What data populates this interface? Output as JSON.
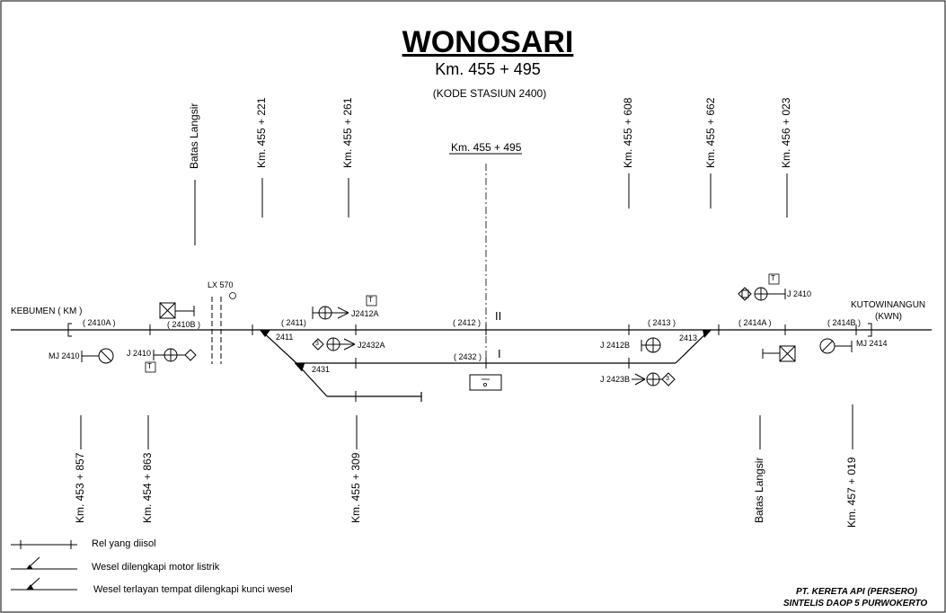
{
  "station": {
    "name": "WONOSARI",
    "km": "Km. 455 + 495",
    "code": "(KODE STASIUN  2400)",
    "axis_km": "Km. 455 + 495"
  },
  "ends": {
    "west": "KEBUMEN ( KM )",
    "east_1": "KUTOWINANGUN",
    "east_2": "(KWN)"
  },
  "top_markers": [
    "Batas Langsir",
    "Km. 455 + 221",
    "Km. 455 + 261",
    "Km. 455 + 608",
    "Km. 455 + 662",
    "Km. 456 + 023"
  ],
  "bottom_markers": [
    "Km. 453 + 857",
    "Km. 454 + 863",
    "Km. 455 + 309",
    "Batas Langsir",
    "Km. 457 + 019"
  ],
  "track_sections": [
    "( 2410A )",
    "( 2410B )",
    "( 2411)",
    "( 2412 )",
    "( 2413 )",
    "( 2414A )",
    "( 2414B )",
    "( 2432 )"
  ],
  "switches": [
    "2411",
    "2413",
    "2431"
  ],
  "track_numbers": [
    "II",
    "I"
  ],
  "signals": [
    "J2412A",
    "J2432A",
    "J 2410",
    "MJ 2410",
    "J 2410",
    "MJ 2414",
    "J 2412B",
    "J 2423B"
  ],
  "crossing": "LX 570",
  "symbol_letters": {
    "telegraph": "T",
    "circle3": "3",
    "circleL": "L"
  },
  "legend": [
    "Rel yang diisol",
    "Wesel dilengkapi motor listrik",
    "Wesel terlayan tempat dilengkapi kunci wesel"
  ],
  "footer": [
    "PT. KERETA API (PERSERO)",
    "SINTELIS DAOP 5 PURWOKERTO"
  ]
}
